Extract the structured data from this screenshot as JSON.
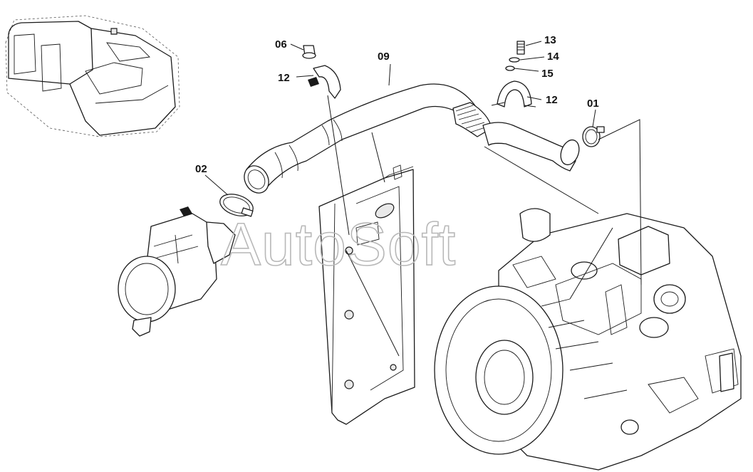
{
  "watermark": "AutoSoft",
  "callouts": {
    "c01": "01",
    "c02": "02",
    "c06": "06",
    "c09": "09",
    "c12a": "12",
    "c12b": "12",
    "c13": "13",
    "c14": "14",
    "c15": "15"
  },
  "colors": {
    "line": "#1a1a1a",
    "watermark": "#b8b8b8",
    "background": "#ffffff"
  }
}
